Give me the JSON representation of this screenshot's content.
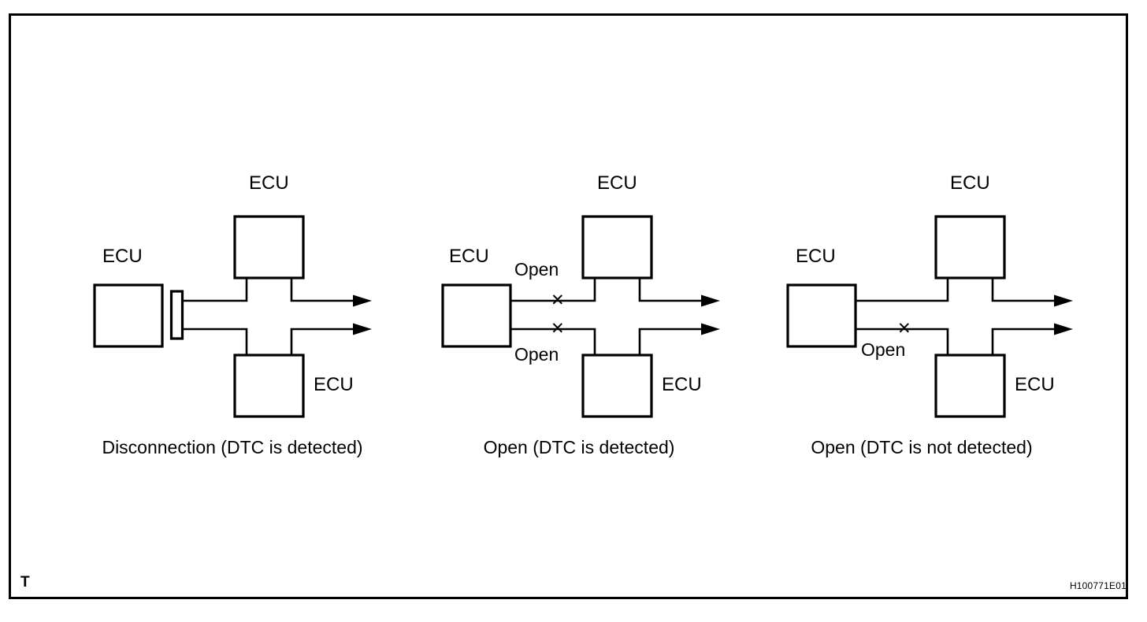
{
  "figure": {
    "sheet_marker": "T",
    "figure_code": "H100771E01",
    "border_color": "#000000",
    "background_color": "#ffffff",
    "line_color": "#000000"
  },
  "panels": [
    {
      "id": "panel-1",
      "caption": "Disconnection (DTC is detected)",
      "fault_type": "disconnection",
      "has_connector": true,
      "x_marks": [],
      "open_labels": [],
      "boxes": [
        {
          "name": "left-ecu",
          "label": "ECU",
          "label_position": "above"
        },
        {
          "name": "top-ecu",
          "label": "ECU",
          "label_position": "above"
        },
        {
          "name": "bottom-ecu",
          "label": "ECU",
          "label_position": "right"
        }
      ]
    },
    {
      "id": "panel-2",
      "caption": "Open (DTC is detected)",
      "fault_type": "open-both-lines",
      "has_connector": false,
      "x_marks": [
        "upper-line",
        "lower-line"
      ],
      "open_labels": [
        "Open",
        "Open"
      ],
      "boxes": [
        {
          "name": "left-ecu",
          "label": "ECU",
          "label_position": "above"
        },
        {
          "name": "top-ecu",
          "label": "ECU",
          "label_position": "above"
        },
        {
          "name": "bottom-ecu",
          "label": "ECU",
          "label_position": "right"
        }
      ]
    },
    {
      "id": "panel-3",
      "caption": "Open (DTC is not detected)",
      "fault_type": "open-single-line",
      "has_connector": false,
      "x_marks": [
        "lower-line"
      ],
      "open_labels": [
        "Open"
      ],
      "boxes": [
        {
          "name": "left-ecu",
          "label": "ECU",
          "label_position": "above"
        },
        {
          "name": "top-ecu",
          "label": "ECU",
          "label_position": "above"
        },
        {
          "name": "bottom-ecu",
          "label": "ECU",
          "label_position": "right"
        }
      ]
    }
  ],
  "glyphs": {
    "x_mark": "✕"
  }
}
